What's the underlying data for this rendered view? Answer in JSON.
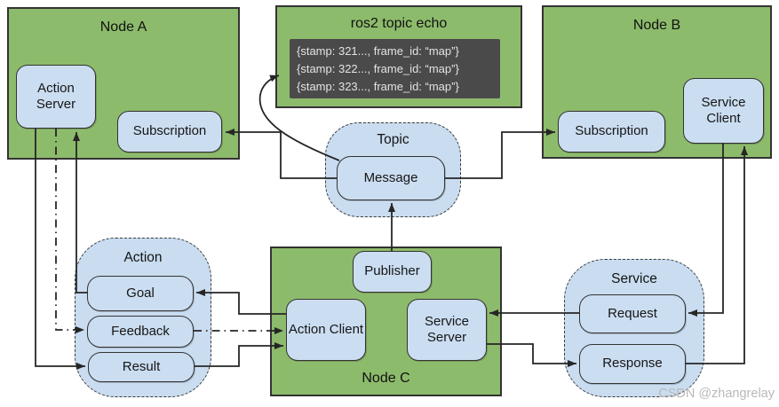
{
  "nodes": {
    "a": {
      "title": "Node A",
      "action_server": "Action Server",
      "subscription": "Subscription"
    },
    "b": {
      "title": "Node B",
      "subscription": "Subscription",
      "service_client": "Service Client"
    },
    "c": {
      "title": "Node C",
      "publisher": "Publisher",
      "action_client": "Action Client",
      "service_server": "Service Server"
    }
  },
  "echo": {
    "title": "ros2 topic echo",
    "terminal_lines": [
      "{stamp: 321..., frame_id: “map”}",
      "{stamp: 322..., frame_id: “map”}",
      "{stamp: 323..., frame_id: “map”}"
    ]
  },
  "interfaces": {
    "topic": {
      "title": "Topic",
      "message": "Message"
    },
    "action": {
      "title": "Action",
      "goal": "Goal",
      "feedback": "Feedback",
      "result": "Result"
    },
    "service": {
      "title": "Service",
      "request": "Request",
      "response": "Response"
    }
  },
  "watermark": "CSDN @zhangrelay",
  "colors": {
    "node_fill": "#8dbb6c",
    "box_fill": "#cbddf1",
    "container_fill": "#c9dcf0",
    "terminal_fill": "#4a4a4a",
    "terminal_text": "#e3e3e3",
    "line": "#262626",
    "border": "#333333",
    "watermark": "#b9b9b9"
  }
}
